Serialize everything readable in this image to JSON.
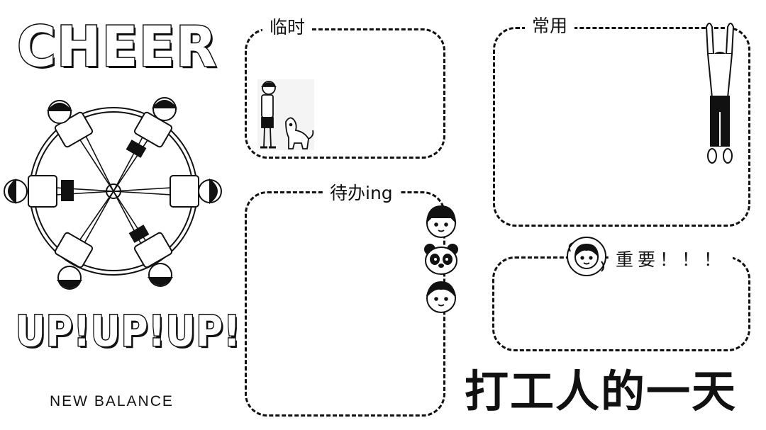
{
  "title_top": "CHEER",
  "title_bottom": "UP!UP!UP!",
  "brand": "NEW BALANCE",
  "panels": {
    "temporary": {
      "label": "临时"
    },
    "common": {
      "label": "常用"
    },
    "todo": {
      "label": "待办ing"
    },
    "important": {
      "label": "重要！！！"
    }
  },
  "footer_title": "打工人的一天",
  "colors": {
    "ink": "#111111",
    "paper": "#ffffff"
  },
  "icons": [
    "people-circle-illustration",
    "boy-with-dog-illustration",
    "raised-hands-person-illustration",
    "boy-face-icon",
    "panda-face-icon",
    "girl-face-icon",
    "waving-girl-icon"
  ]
}
